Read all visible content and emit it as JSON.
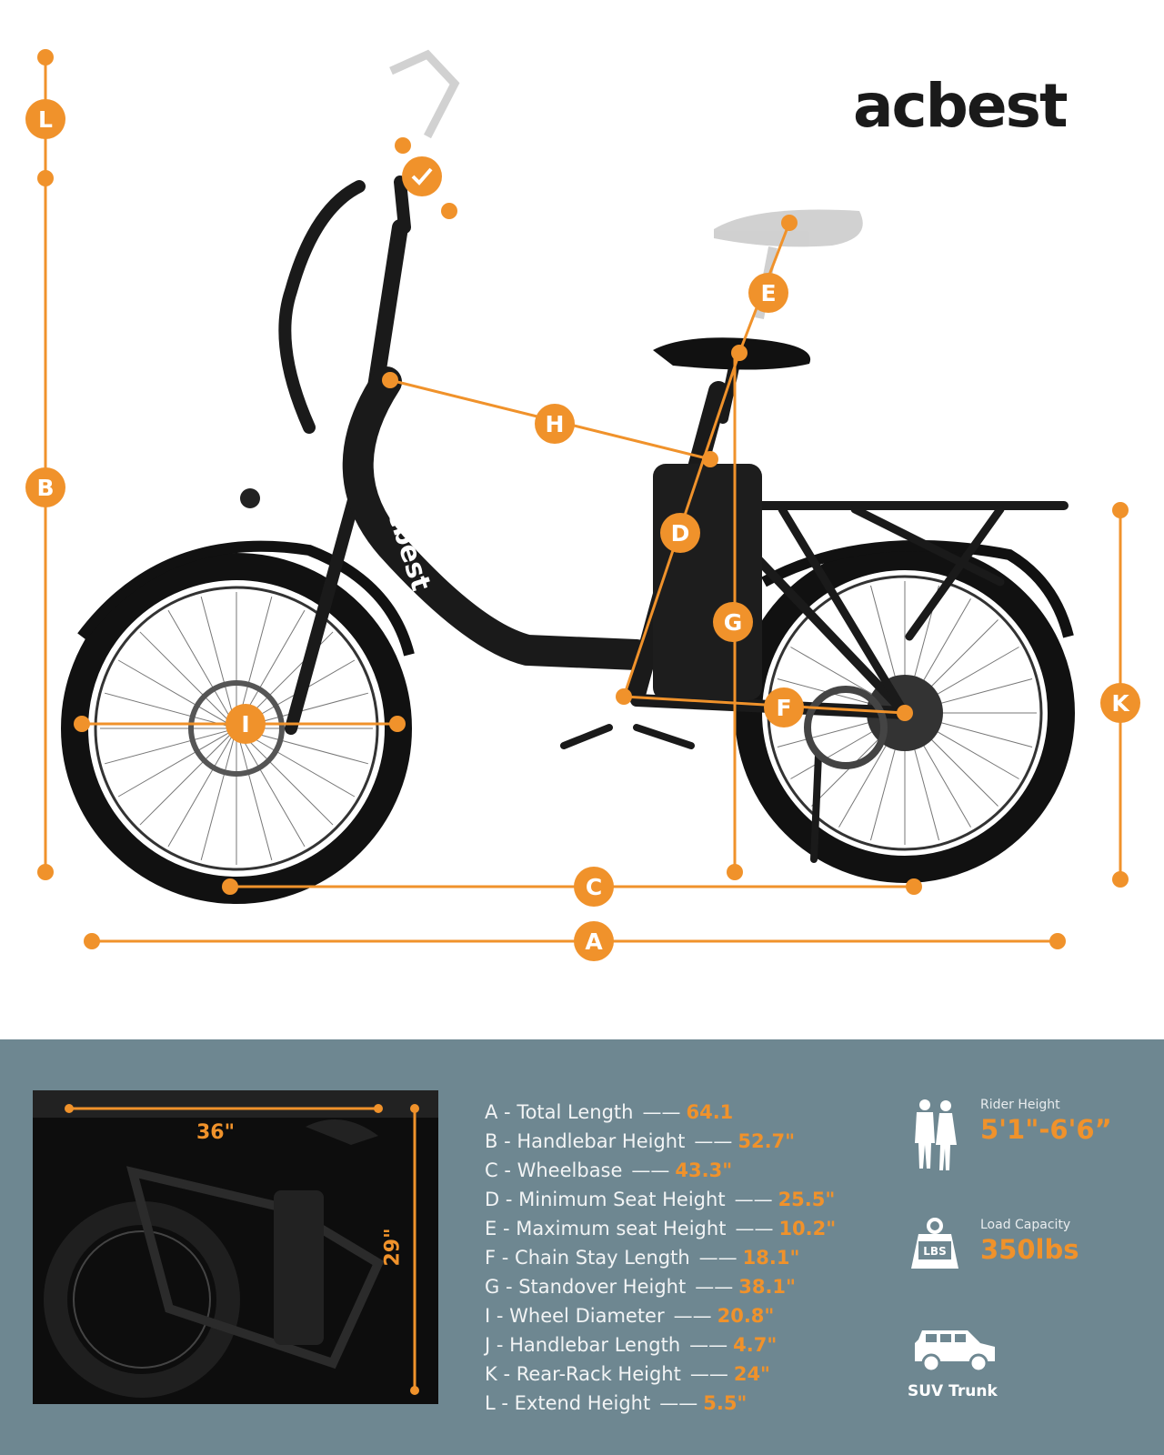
{
  "brand": {
    "logo": "acbest",
    "frame_text": "acbest"
  },
  "colors": {
    "accent": "#f0922b",
    "panel": "#6e8791",
    "frame": "#1a1a1a"
  },
  "markers": [
    "A",
    "B",
    "C",
    "D",
    "E",
    "F",
    "G",
    "H",
    "I",
    "K",
    "L"
  ],
  "folded": {
    "width_label": "36\"",
    "height_label": "29\""
  },
  "specs": [
    {
      "key": "A",
      "label": "Total Length",
      "value": "64.1"
    },
    {
      "key": "B",
      "label": "Handlebar Height",
      "value": "52.7\""
    },
    {
      "key": "C",
      "label": "Wheelbase",
      "value": "43.3\""
    },
    {
      "key": "D",
      "label": "Minimum Seat Height",
      "value": "25.5\""
    },
    {
      "key": "E",
      "label": "Maximum seat Height",
      "value": "10.2\""
    },
    {
      "key": "F",
      "label": "Chain Stay Length",
      "value": "18.1\""
    },
    {
      "key": "G",
      "label": "Standover Height",
      "value": "38.1\""
    },
    {
      "key": "I",
      "label": "Wheel Diameter",
      "value": "20.8\""
    },
    {
      "key": "J",
      "label": "Handlebar Length",
      "value": "4.7\""
    },
    {
      "key": "K",
      "label": "Rear-Rack Height",
      "value": "24\""
    },
    {
      "key": "L",
      "label": "Extend Height",
      "value": "5.5\""
    }
  ],
  "features": {
    "rider": {
      "caption": "Rider Height",
      "value": "5'1\"-6'6”"
    },
    "load": {
      "caption": "Load Capacity",
      "value": "350lbs",
      "icon_text": "LBS"
    },
    "suv": {
      "caption": "SUV Trunk"
    }
  }
}
